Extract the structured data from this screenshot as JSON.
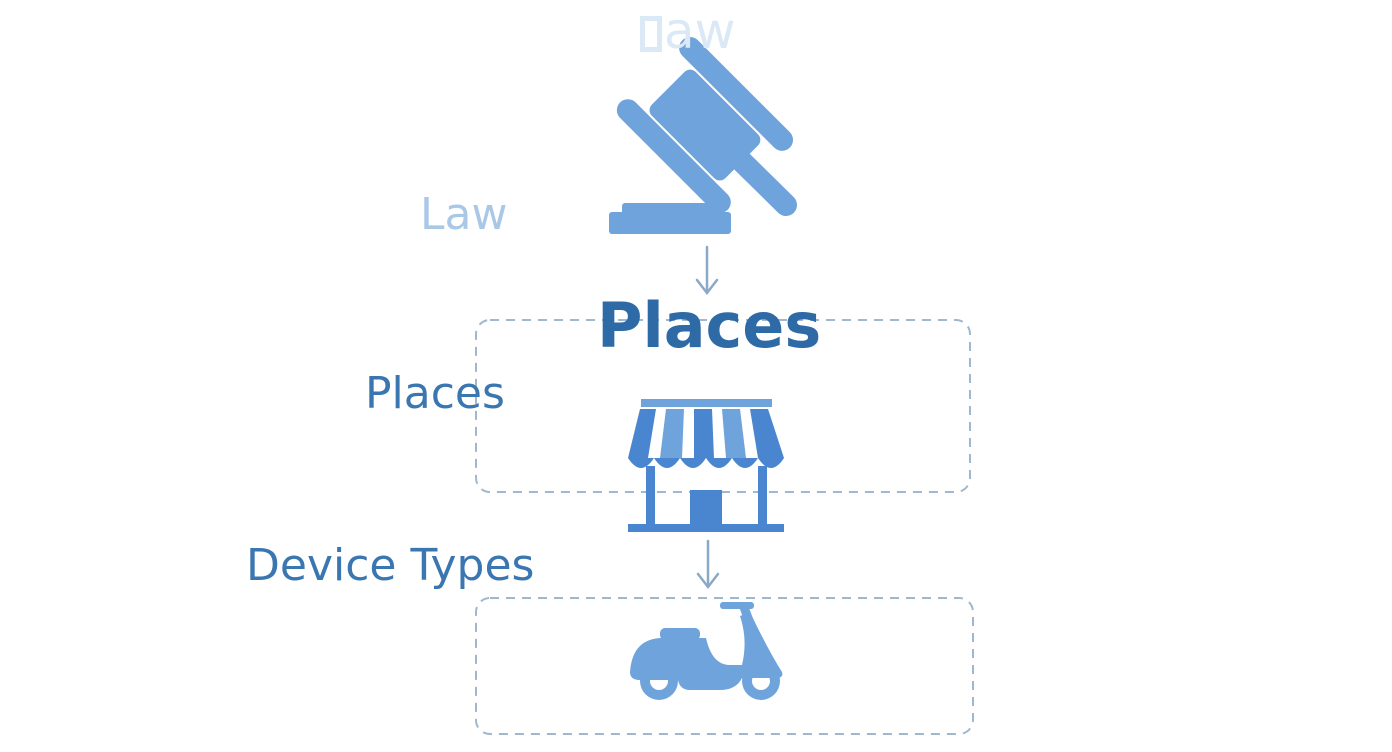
{
  "diagram": {
    "top_title": "aw",
    "labels": {
      "law": "Law",
      "places": "Places",
      "device_types": "Device Types"
    },
    "places_heading": "Places"
  },
  "icons": {
    "law": "gavel-icon",
    "places": "storefront-icon",
    "device_types": "scooter-icon"
  },
  "colors": {
    "icon": "#6fa3dc",
    "icon_dark": "#4a86d0",
    "heading": "#2e6aa6",
    "label": "#3a76b0",
    "faded_label": "#a9c8e6",
    "dashed_border": "#9fb8cf",
    "arrow": "#8aa9c8"
  }
}
